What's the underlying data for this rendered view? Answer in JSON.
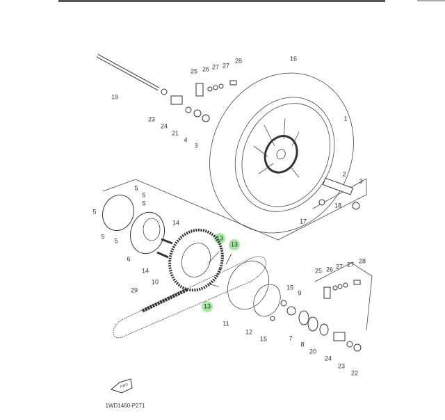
{
  "diagram": {
    "labels": [
      "19",
      "16",
      "25",
      "26",
      "27",
      "27",
      "28",
      "23",
      "24",
      "21",
      "4",
      "3",
      "1",
      "2",
      "3",
      "18",
      "17",
      "5",
      "5",
      "5",
      "5",
      "5",
      "5",
      "6",
      "14",
      "14",
      "10",
      "29",
      "13",
      "13",
      "13",
      "11",
      "15",
      "9",
      "12",
      "15",
      "7",
      "8",
      "25",
      "26",
      "27",
      "27",
      "28",
      "20",
      "24",
      "23",
      "22"
    ],
    "highlight_label": "13",
    "highlight_color": "#7fe07f",
    "fwd_label": "FWD",
    "drawing_code": "1WD1460-P271"
  }
}
